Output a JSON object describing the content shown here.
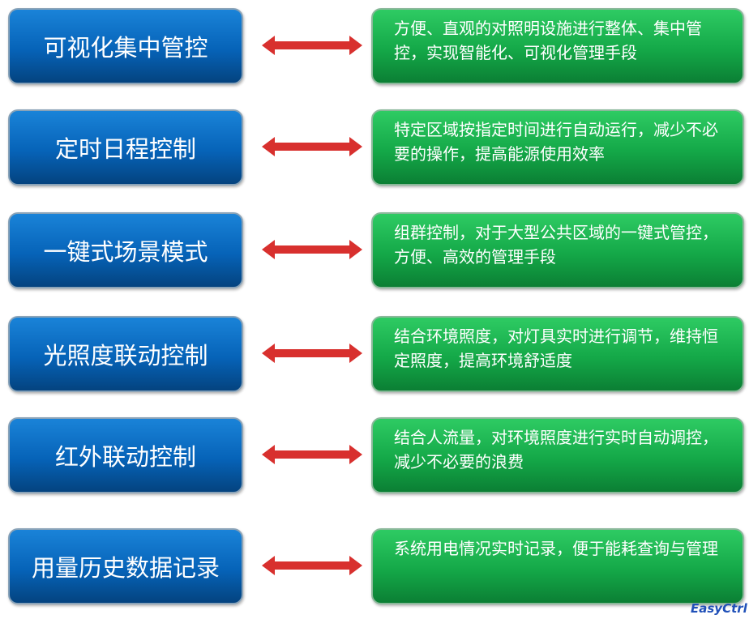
{
  "rows": [
    {
      "feature": "可视化集中管控",
      "description": "方便、直观的对照明设施进行整体、集中管控，实现智能化、可视化管理手段"
    },
    {
      "feature": "定时日程控制",
      "description": "特定区域按指定时间进行自动运行，减少不必要的操作，提高能源使用效率"
    },
    {
      "feature": "一键式场景模式",
      "description": "组群控制，对于大型公共区域的一键式管控，方便、高效的管理手段"
    },
    {
      "feature": "光照度联动控制",
      "description": "结合环境照度，对灯具实时进行调节，维持恒定照度，提高环境舒适度"
    },
    {
      "feature": "红外联动控制",
      "description": "结合人流量，对环境照度进行实时自动调控，减少不必要的浪费"
    },
    {
      "feature": "用量历史数据记录",
      "description": "系统用电情况实时记录，便于能耗查询与管理"
    }
  ],
  "logo": "EasyCtrl",
  "colors": {
    "feature": "#0663b8",
    "description": "#14a848",
    "arrow": "#d8302e"
  }
}
